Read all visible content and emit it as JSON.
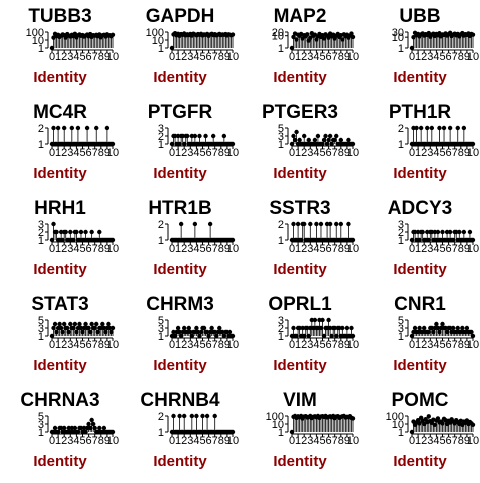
{
  "chart_data": [
    {
      "type": "scatter",
      "title": "TUBB3",
      "xlabel": "Identity",
      "x_ticks": [
        "0",
        "1",
        "2",
        "3",
        "4",
        "5",
        "6",
        "7",
        "8",
        "9",
        "10"
      ],
      "y_ticks": [
        "1",
        "10",
        "100"
      ],
      "log_y": true,
      "ylim": [
        1,
        100
      ],
      "values": [
        1,
        20,
        60,
        30,
        45,
        25,
        35,
        50,
        40,
        20,
        55,
        35,
        28,
        45,
        30,
        60,
        22,
        38,
        50,
        33,
        42,
        27,
        36,
        48,
        30,
        55,
        25,
        40,
        35,
        45,
        30,
        50,
        22,
        38,
        44,
        28,
        52,
        35,
        40,
        30,
        45
      ]
    },
    {
      "type": "scatter",
      "title": "GAPDH",
      "xlabel": "Identity",
      "x_ticks": [
        "0",
        "1",
        "2",
        "3",
        "4",
        "5",
        "6",
        "7",
        "8",
        "9",
        "10"
      ],
      "y_ticks": [
        "1",
        "10",
        "100"
      ],
      "log_y": true,
      "ylim": [
        1,
        100
      ],
      "values": [
        1,
        50,
        70,
        40,
        60,
        35,
        55,
        45,
        65,
        38,
        52,
        42,
        58,
        36,
        62,
        48,
        40,
        55,
        45,
        60,
        38,
        50,
        44,
        57,
        35,
        48,
        60,
        42,
        53,
        39,
        46,
        58,
        41,
        50,
        44,
        55,
        37,
        52,
        46,
        40,
        48
      ]
    },
    {
      "type": "scatter",
      "title": "MAP2",
      "xlabel": "Identity",
      "x_ticks": [
        "0",
        "1",
        "2",
        "3",
        "4",
        "5",
        "6",
        "7",
        "8",
        "9",
        "10"
      ],
      "y_ticks": [
        "1",
        "10",
        "20"
      ],
      "log_y": true,
      "ylim": [
        1,
        20
      ],
      "values": [
        1,
        8,
        15,
        5,
        12,
        10,
        14,
        6,
        11,
        9,
        13,
        4,
        7,
        16,
        10,
        12,
        5,
        9,
        14,
        8,
        11,
        6,
        13,
        10,
        7,
        15,
        9,
        12,
        6,
        10,
        14,
        8,
        11,
        5,
        13,
        9,
        12,
        7,
        10,
        15,
        8
      ]
    },
    {
      "type": "scatter",
      "title": "UBB",
      "xlabel": "Identity",
      "x_ticks": [
        "0",
        "1",
        "2",
        "3",
        "4",
        "5",
        "6",
        "7",
        "8",
        "9",
        "10"
      ],
      "y_ticks": [
        "1",
        "10",
        "30"
      ],
      "log_y": true,
      "ylim": [
        1,
        30
      ],
      "values": [
        1,
        10,
        25,
        15,
        20,
        12,
        18,
        22,
        14,
        19,
        16,
        24,
        11,
        17,
        21,
        13,
        20,
        15,
        23,
        12,
        18,
        16,
        22,
        14,
        19,
        25,
        13,
        17,
        21,
        15,
        20,
        12,
        18,
        24,
        14,
        19,
        16,
        22,
        13,
        20,
        17
      ]
    },
    {
      "type": "scatter",
      "title": "MC4R",
      "xlabel": "Identity",
      "x_ticks": [
        "0",
        "1",
        "2",
        "3",
        "4",
        "5",
        "6",
        "7",
        "8",
        "9",
        "10"
      ],
      "y_ticks": [
        "1",
        "2"
      ],
      "log_y": false,
      "ylim": [
        1,
        2
      ],
      "values": [
        1,
        2,
        1,
        1,
        2,
        1,
        1,
        1,
        2,
        1,
        1,
        1,
        1,
        2,
        1,
        1,
        1,
        2,
        1,
        1,
        1,
        1,
        1,
        2,
        1,
        1,
        1,
        1,
        1,
        2,
        1,
        1,
        1,
        1,
        1,
        1,
        2,
        1,
        1,
        1,
        1
      ]
    },
    {
      "type": "scatter",
      "title": "PTGFR",
      "xlabel": "Identity",
      "x_ticks": [
        "0",
        "1",
        "2",
        "3",
        "4",
        "5",
        "6",
        "7",
        "8",
        "9",
        "10"
      ],
      "y_ticks": [
        "1",
        "2",
        "3"
      ],
      "log_y": false,
      "ylim": [
        1,
        3
      ],
      "values": [
        1,
        2,
        2,
        1,
        2,
        1,
        2,
        2,
        1,
        2,
        2,
        1,
        1,
        2,
        1,
        2,
        1,
        1,
        2,
        1,
        1,
        1,
        2,
        1,
        1,
        1,
        1,
        2,
        1,
        1,
        1,
        1,
        1,
        1,
        2,
        1,
        1,
        1,
        1,
        1,
        1
      ]
    },
    {
      "type": "scatter",
      "title": "PTGER3",
      "xlabel": "Identity",
      "x_ticks": [
        "0",
        "1",
        "2",
        "3",
        "4",
        "5",
        "6",
        "7",
        "8",
        "9",
        "10"
      ],
      "y_ticks": [
        "1",
        "3",
        "5"
      ],
      "log_y": false,
      "ylim": [
        1,
        5
      ],
      "values": [
        1,
        3,
        2,
        4,
        1,
        2,
        1,
        1,
        3,
        1,
        1,
        2,
        1,
        1,
        1,
        2,
        1,
        3,
        1,
        1,
        1,
        2,
        3,
        1,
        2,
        3,
        1,
        2,
        2,
        3,
        1,
        1,
        2,
        1,
        1,
        1,
        1,
        2,
        1,
        1,
        1
      ]
    },
    {
      "type": "scatter",
      "title": "PTH1R",
      "xlabel": "Identity",
      "x_ticks": [
        "0",
        "1",
        "2",
        "3",
        "4",
        "5",
        "6",
        "7",
        "8",
        "9",
        "10"
      ],
      "y_ticks": [
        "1",
        "2"
      ],
      "log_y": false,
      "ylim": [
        1,
        2
      ],
      "values": [
        1,
        2,
        1,
        2,
        1,
        1,
        2,
        1,
        1,
        1,
        2,
        1,
        1,
        2,
        1,
        1,
        1,
        1,
        2,
        1,
        1,
        2,
        1,
        1,
        1,
        2,
        1,
        1,
        1,
        1,
        2,
        1,
        1,
        1,
        2,
        1,
        1,
        1,
        1,
        1,
        1
      ]
    },
    {
      "type": "scatter",
      "title": "HRH1",
      "xlabel": "Identity",
      "x_ticks": [
        "0",
        "1",
        "2",
        "3",
        "4",
        "5",
        "6",
        "7",
        "8",
        "9",
        "10"
      ],
      "y_ticks": [
        "1",
        "2",
        "3"
      ],
      "log_y": false,
      "ylim": [
        1,
        3
      ],
      "values": [
        1,
        3,
        2,
        2,
        1,
        1,
        2,
        1,
        2,
        2,
        1,
        1,
        2,
        1,
        1,
        2,
        2,
        1,
        1,
        2,
        1,
        1,
        2,
        1,
        1,
        1,
        2,
        1,
        1,
        1,
        1,
        2,
        1,
        1,
        1,
        1,
        1,
        1,
        1,
        1,
        1
      ]
    },
    {
      "type": "scatter",
      "title": "HTR1B",
      "xlabel": "Identity",
      "x_ticks": [
        "0",
        "1",
        "2",
        "3",
        "4",
        "5",
        "6",
        "7",
        "8",
        "9",
        "10"
      ],
      "y_ticks": [
        "1",
        "2"
      ],
      "log_y": false,
      "ylim": [
        1,
        2
      ],
      "values": [
        1,
        1,
        1,
        1,
        1,
        1,
        2,
        1,
        1,
        1,
        1,
        1,
        1,
        1,
        1,
        2,
        1,
        1,
        1,
        1,
        1,
        1,
        1,
        1,
        1,
        2,
        1,
        1,
        1,
        1,
        1,
        1,
        1,
        1,
        1,
        1,
        1,
        1,
        1,
        1,
        1
      ]
    },
    {
      "type": "scatter",
      "title": "SSTR3",
      "xlabel": "Identity",
      "x_ticks": [
        "0",
        "1",
        "2",
        "3",
        "4",
        "5",
        "6",
        "7",
        "8",
        "9",
        "10"
      ],
      "y_ticks": [
        "1",
        "2"
      ],
      "log_y": false,
      "ylim": [
        1,
        2
      ],
      "values": [
        1,
        2,
        1,
        1,
        2,
        1,
        1,
        2,
        2,
        1,
        1,
        1,
        2,
        1,
        1,
        1,
        2,
        1,
        1,
        2,
        1,
        1,
        1,
        2,
        1,
        2,
        1,
        1,
        1,
        2,
        1,
        1,
        2,
        1,
        1,
        1,
        1,
        2,
        1,
        1,
        1
      ]
    },
    {
      "type": "scatter",
      "title": "ADCY3",
      "xlabel": "Identity",
      "x_ticks": [
        "0",
        "1",
        "2",
        "3",
        "4",
        "5",
        "6",
        "7",
        "8",
        "9",
        "10"
      ],
      "y_ticks": [
        "1",
        "2",
        "3"
      ],
      "log_y": false,
      "ylim": [
        1,
        3
      ],
      "values": [
        1,
        2,
        2,
        1,
        2,
        1,
        2,
        2,
        1,
        1,
        2,
        1,
        2,
        2,
        1,
        2,
        1,
        2,
        1,
        1,
        2,
        1,
        1,
        2,
        1,
        2,
        1,
        1,
        2,
        2,
        1,
        2,
        1,
        1,
        2,
        1,
        1,
        1,
        2,
        1,
        1
      ]
    },
    {
      "type": "scatter",
      "title": "STAT3",
      "xlabel": "Identity",
      "x_ticks": [
        "0",
        "1",
        "2",
        "3",
        "4",
        "5",
        "6",
        "7",
        "8",
        "9",
        "10"
      ],
      "y_ticks": [
        "1",
        "3",
        "5"
      ],
      "log_y": false,
      "ylim": [
        1,
        5
      ],
      "values": [
        1,
        3,
        4,
        2,
        3,
        4,
        3,
        2,
        4,
        3,
        3,
        2,
        4,
        3,
        3,
        4,
        2,
        3,
        4,
        3,
        2,
        3,
        4,
        3,
        3,
        2,
        4,
        3,
        3,
        4,
        2,
        3,
        3,
        4,
        3,
        2,
        3,
        4,
        3,
        2,
        3
      ]
    },
    {
      "type": "scatter",
      "title": "CHRM3",
      "xlabel": "Identity",
      "x_ticks": [
        "0",
        "1",
        "2",
        "3",
        "4",
        "5",
        "6",
        "7",
        "8",
        "9",
        "10"
      ],
      "y_ticks": [
        "1",
        "3",
        "5"
      ],
      "log_y": false,
      "ylim": [
        1,
        5
      ],
      "values": [
        1,
        2,
        1,
        2,
        3,
        2,
        1,
        2,
        3,
        2,
        2,
        3,
        2,
        1,
        2,
        2,
        3,
        2,
        1,
        2,
        3,
        3,
        2,
        2,
        1,
        2,
        3,
        2,
        2,
        1,
        2,
        3,
        2,
        2,
        1,
        2,
        2,
        1,
        2,
        1,
        1
      ]
    },
    {
      "type": "scatter",
      "title": "OPRL1",
      "xlabel": "Identity",
      "x_ticks": [
        "0",
        "1",
        "2",
        "3",
        "4",
        "5",
        "6",
        "7",
        "8",
        "9",
        "10"
      ],
      "y_ticks": [
        "1",
        "2",
        "3"
      ],
      "log_y": false,
      "ylim": [
        1,
        3
      ],
      "values": [
        1,
        2,
        1,
        1,
        2,
        2,
        1,
        2,
        1,
        2,
        2,
        1,
        2,
        3,
        2,
        3,
        2,
        2,
        3,
        2,
        3,
        1,
        2,
        2,
        3,
        2,
        1,
        2,
        2,
        1,
        2,
        2,
        1,
        2,
        1,
        1,
        2,
        1,
        1,
        2,
        1
      ]
    },
    {
      "type": "scatter",
      "title": "CNR1",
      "xlabel": "Identity",
      "x_ticks": [
        "0",
        "1",
        "2",
        "3",
        "4",
        "5",
        "6",
        "7",
        "8",
        "9",
        "10"
      ],
      "y_ticks": [
        "1",
        "3",
        "5"
      ],
      "log_y": false,
      "ylim": [
        1,
        5
      ],
      "values": [
        1,
        2,
        3,
        2,
        2,
        3,
        2,
        2,
        3,
        2,
        2,
        2,
        3,
        3,
        2,
        3,
        4,
        3,
        2,
        3,
        4,
        3,
        3,
        2,
        3,
        3,
        2,
        3,
        2,
        2,
        3,
        2,
        2,
        3,
        2,
        2,
        3,
        2,
        2,
        2,
        1
      ]
    },
    {
      "type": "scatter",
      "title": "CHRNA3",
      "xlabel": "Identity",
      "x_ticks": [
        "0",
        "1",
        "2",
        "3",
        "4",
        "5",
        "6",
        "7",
        "8",
        "9",
        "10"
      ],
      "y_ticks": [
        "1",
        "3",
        "5"
      ],
      "log_y": false,
      "ylim": [
        1,
        5
      ],
      "values": [
        1,
        1,
        2,
        1,
        1,
        2,
        2,
        1,
        2,
        1,
        1,
        2,
        1,
        2,
        1,
        2,
        1,
        1,
        2,
        2,
        1,
        2,
        1,
        2,
        3,
        2,
        4,
        3,
        2,
        1,
        1,
        2,
        1,
        1,
        2,
        1,
        1,
        1,
        1,
        1,
        1
      ]
    },
    {
      "type": "scatter",
      "title": "CHRNB4",
      "xlabel": "Identity",
      "x_ticks": [
        "0",
        "1",
        "2",
        "3",
        "4",
        "5",
        "6",
        "7",
        "8",
        "9",
        "10"
      ],
      "y_ticks": [
        "1",
        "2"
      ],
      "log_y": false,
      "ylim": [
        1,
        2
      ],
      "values": [
        1,
        2,
        1,
        1,
        1,
        2,
        1,
        1,
        2,
        1,
        1,
        1,
        1,
        2,
        1,
        1,
        2,
        1,
        1,
        1,
        2,
        1,
        1,
        2,
        1,
        1,
        1,
        1,
        2,
        1,
        1,
        1,
        1,
        1,
        1,
        1,
        1,
        1,
        1,
        1,
        1
      ]
    },
    {
      "type": "scatter",
      "title": "VIM",
      "xlabel": "Identity",
      "x_ticks": [
        "0",
        "1",
        "2",
        "3",
        "4",
        "5",
        "6",
        "7",
        "8",
        "9",
        "10"
      ],
      "y_ticks": [
        "1",
        "10",
        "100"
      ],
      "log_y": true,
      "ylim": [
        1,
        100
      ],
      "values": [
        1,
        80,
        100,
        60,
        90,
        70,
        100,
        50,
        85,
        95,
        65,
        75,
        100,
        55,
        80,
        90,
        70,
        100,
        60,
        85,
        95,
        75,
        100,
        65,
        80,
        90,
        70,
        100,
        55,
        85,
        95,
        60,
        75,
        90,
        100,
        65,
        80,
        70,
        95,
        60,
        50
      ]
    },
    {
      "type": "scatter",
      "title": "POMC",
      "xlabel": "Identity",
      "x_ticks": [
        "0",
        "1",
        "2",
        "3",
        "4",
        "5",
        "6",
        "7",
        "8",
        "9",
        "10"
      ],
      "y_ticks": [
        "1",
        "10",
        "100"
      ],
      "log_y": true,
      "ylim": [
        1,
        100
      ],
      "values": [
        1,
        20,
        8,
        15,
        30,
        12,
        60,
        25,
        10,
        40,
        18,
        90,
        22,
        14,
        35,
        8,
        28,
        50,
        16,
        20,
        12,
        45,
        30,
        10,
        25,
        15,
        38,
        20,
        12,
        30,
        18,
        10,
        25,
        8,
        20,
        14,
        28,
        10,
        18,
        12,
        8
      ]
    }
  ]
}
